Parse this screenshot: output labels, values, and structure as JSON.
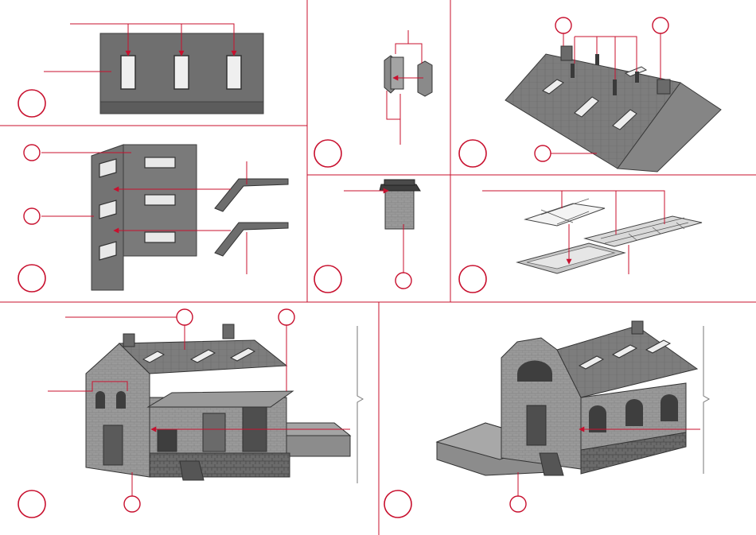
{
  "sheet": {
    "title": "",
    "accent_color": "#c8102e",
    "leader_color": "#555555",
    "model_dark": "#6f6f6f",
    "model_mid": "#8a8a8a",
    "model_light": "#b9b9b9",
    "glass_color": "#eeeeee"
  },
  "panels": [
    {
      "id": "side-wall-windows",
      "step_circle": true,
      "part_circles": 0
    },
    {
      "id": "chimney-parts",
      "step_circle": true,
      "part_circles": 0
    },
    {
      "id": "roof-assembly",
      "step_circle": true,
      "part_circles": 3
    },
    {
      "id": "wall-with-brackets",
      "step_circle": true,
      "part_circles": 2
    },
    {
      "id": "chimney-cap",
      "step_circle": true,
      "part_circles": 1
    },
    {
      "id": "skylight-glazing",
      "step_circle": true,
      "part_circles": 0
    },
    {
      "id": "building-front-view",
      "step_circle": true,
      "part_circles": 3
    },
    {
      "id": "building-rear-view",
      "step_circle": true,
      "part_circles": 1
    }
  ]
}
